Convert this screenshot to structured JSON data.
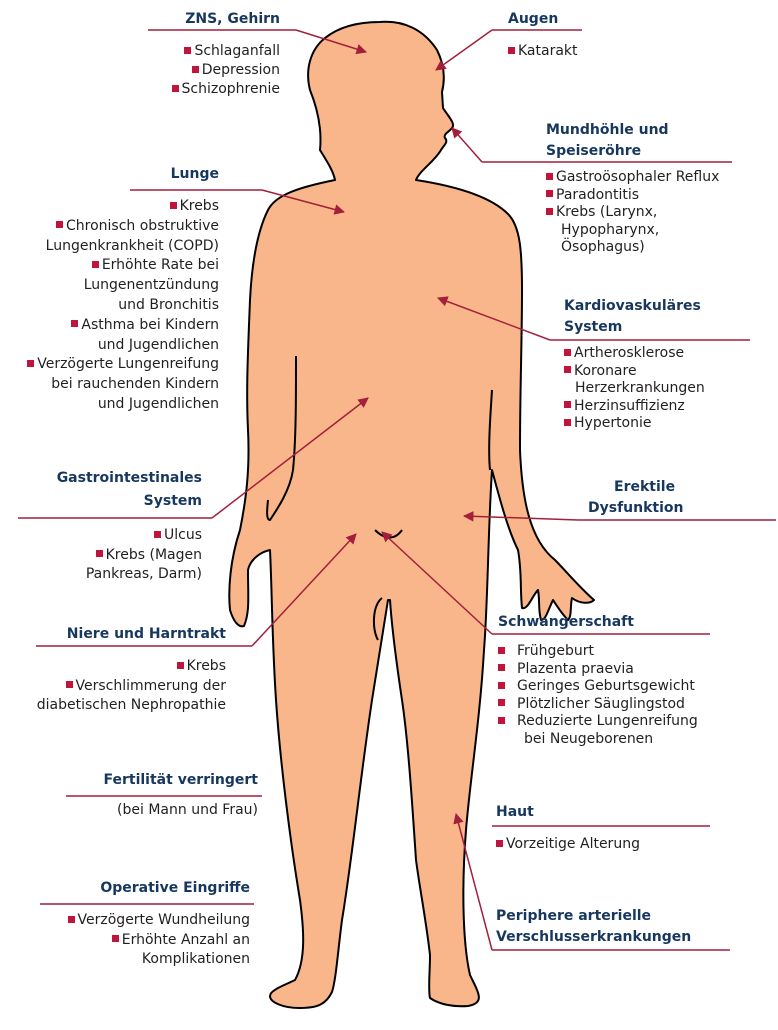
{
  "colors": {
    "body_fill": "#f9b68a",
    "body_stroke": "#000000",
    "accent": "#a31f3c",
    "title_text": "#17375e",
    "bullet": "#c0143c"
  },
  "sections": {
    "zns": {
      "title": "ZNS, Gehirn",
      "items": [
        "Schlaganfall",
        "Depression",
        "Schizophrenie"
      ]
    },
    "augen": {
      "title": "Augen",
      "items": [
        "Katarakt"
      ]
    },
    "mund": {
      "title_lines": [
        "Mundhöhle und",
        "Speiseröhre"
      ],
      "items": [
        "Gastroösophaler Reflux",
        "Paradontitis",
        "Krebs (Larynx,",
        "Hypopharynx,",
        "Ösophagus)"
      ]
    },
    "lunge": {
      "title": "Lunge",
      "items": [
        "Krebs",
        "Chronisch obstruktive",
        "Lungenkrankheit (COPD)",
        "Erhöhte Rate bei",
        "Lungenentzündung",
        "und Bronchitis",
        "Asthma bei Kindern",
        "und Jugendlichen",
        "Verzögerte Lungenreifung",
        "bei rauchenden Kindern",
        "und Jugendlichen"
      ]
    },
    "kardio": {
      "title_lines": [
        "Kardiovaskuläres",
        "System"
      ],
      "items": [
        "Artherosklerose",
        "Koronare",
        "Herzerkrankungen",
        "Herzinsuffizienz",
        "Hypertonie"
      ]
    },
    "gastro": {
      "title_lines": [
        "Gastrointestinales",
        "System"
      ],
      "items": [
        "Ulcus",
        "Krebs (Magen",
        "Pankreas, Darm)"
      ]
    },
    "erektil": {
      "title_lines": [
        "Erektile",
        "Dysfunktion"
      ]
    },
    "niere": {
      "title": "Niere und Harntrakt",
      "items": [
        "Krebs",
        "Verschlimmerung der",
        "diabetischen Nephropathie"
      ]
    },
    "schwanger": {
      "title": "Schwangerschaft",
      "items": [
        "Frühgeburt",
        "Plazenta praevia",
        "Geringes Geburtsgewicht",
        "Plötzlicher Säuglingstod",
        "Reduzierte Lungenreifung",
        "bei Neugeborenen"
      ]
    },
    "fertil": {
      "title": "Fertilität verringert",
      "items": [
        "(bei Mann und Frau)"
      ]
    },
    "haut": {
      "title": "Haut",
      "items": [
        "Vorzeitige Alterung"
      ]
    },
    "operativ": {
      "title": "Operative Eingriffe",
      "items": [
        "Verzögerte Wundheilung",
        "Erhöhte Anzahl an",
        "Komplikationen"
      ]
    },
    "peripher": {
      "title_lines": [
        "Periphere arterielle",
        "Verschlusserkrankungen"
      ]
    }
  }
}
